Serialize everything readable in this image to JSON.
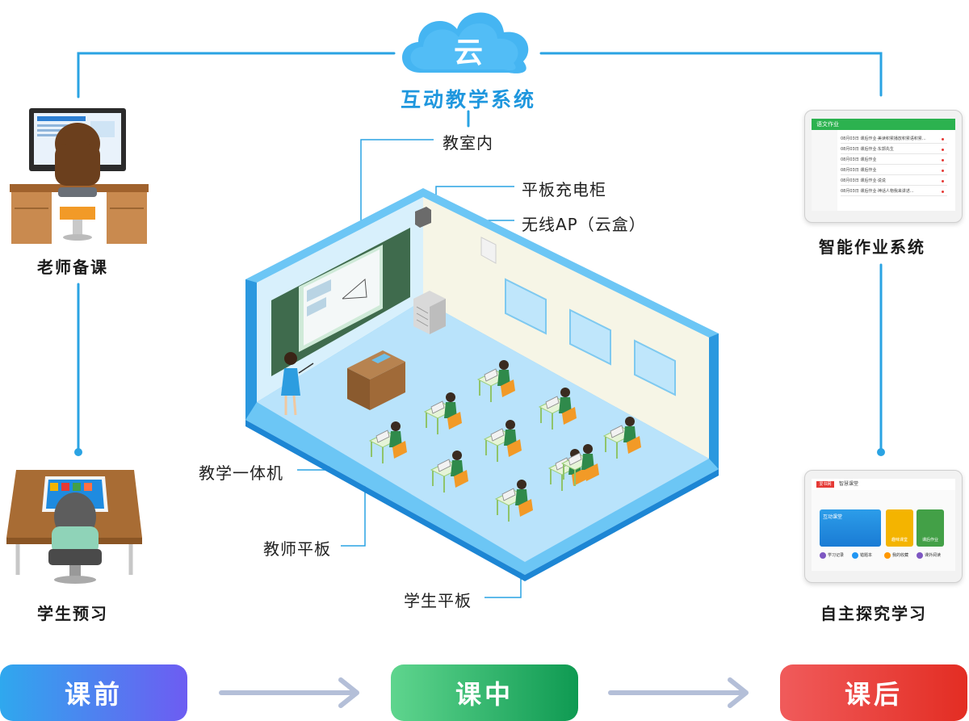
{
  "cloud": {
    "label": "云",
    "system_title": "互动教学系统"
  },
  "classroom": {
    "title": "教室内",
    "labels": {
      "charging_cabinet": "平板充电柜",
      "wireless_ap": "无线AP（云盒）",
      "smart_board": "教学一体机",
      "teacher_tablet": "教师平板",
      "student_tablet": "学生平板"
    }
  },
  "scenarios": {
    "teacher_prep": "老师备课",
    "student_preview": "学生预习",
    "homework_system": "智能作业系统",
    "self_study": "自主探究学习"
  },
  "phases": {
    "before": "课前",
    "during": "课中",
    "after": "课后"
  },
  "homework_screen": {
    "title": "语文作业",
    "rows": [
      "08月03日  课后作业·美读积累播放积累语积累...",
      "08月03日  课后作业·东郭先生",
      "08月03日  课后作业",
      "08月03日  课后作业",
      "08月03日  课后作业·说说",
      "08月03日  课后作业·神话人物我来讲述..."
    ]
  },
  "study_screen": {
    "logo": "爱书网",
    "title": "智慧课堂",
    "main_tile": "互动课堂",
    "tiles": [
      "趣味课堂",
      "课后作业"
    ],
    "buttons": [
      "学习记录",
      "错题本",
      "我的收藏",
      "课外阅读"
    ]
  },
  "colors": {
    "line": "#2aa3e3",
    "title_blue": "#1f97de",
    "floor": "#b9e3fb",
    "wall": "#f6f5e6",
    "blackboard": "#3f6b4d",
    "green_uniform": "#2f8a4b",
    "desk": "#e6f4d8",
    "chair": "#f29a27"
  },
  "icons": [
    "cloud-icon",
    "arrow-right-icon"
  ]
}
